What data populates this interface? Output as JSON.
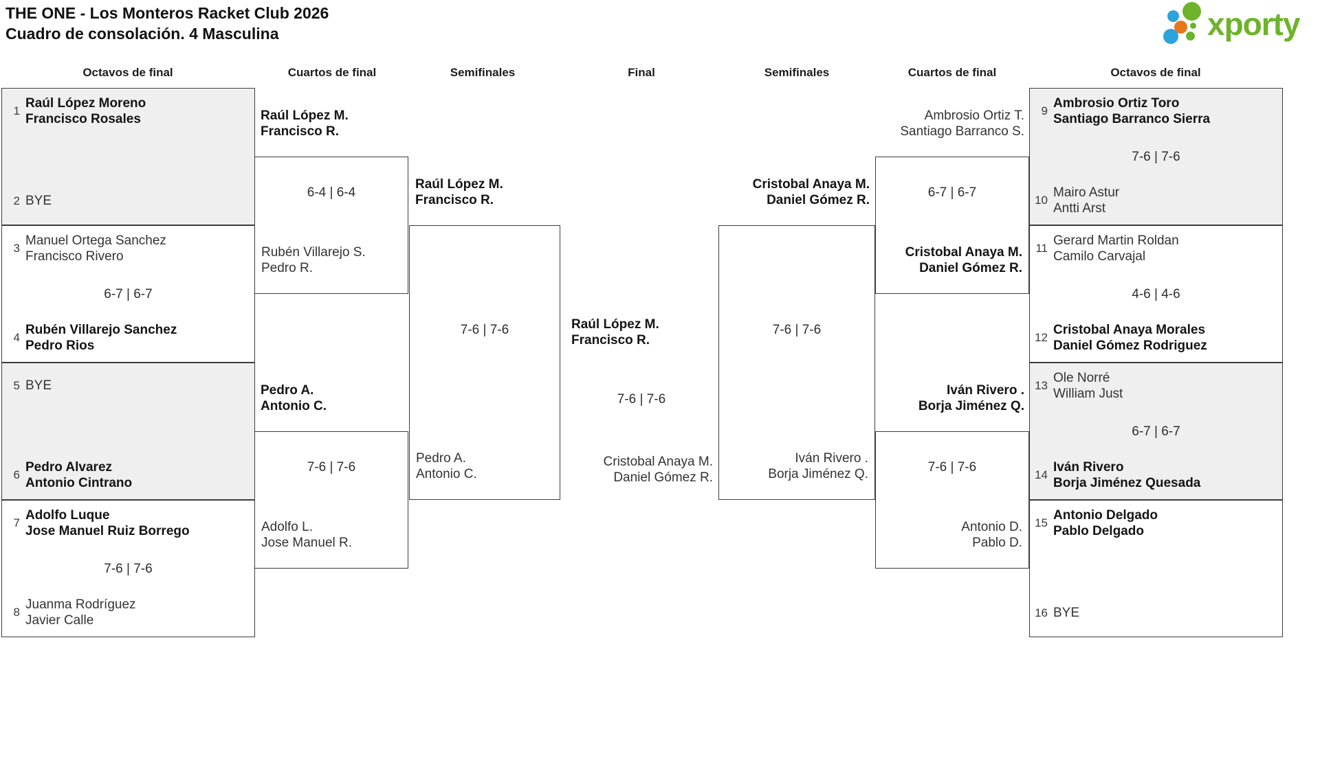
{
  "header": {
    "title": "THE ONE - Los Monteros Racket Club 2026",
    "subtitle": "Cuadro de consolación. 4 Masculina",
    "logo_text": "xporty"
  },
  "rounds": [
    "Octavos de final",
    "Cuartos de final",
    "Semifinales",
    "Final",
    "Semifinales",
    "Cuartos de final",
    "Octavos de final"
  ],
  "colors": {
    "bye_box_gray": "#efefef",
    "bracket_line": "#3c3c3c",
    "logo_green": "#6db32b",
    "logo_blue": "#2ba3db",
    "logo_orange": "#e8771c"
  },
  "r16": [
    {
      "gray": true,
      "top": {
        "seed": "1",
        "lines": [
          "Raúl López Moreno",
          "Francisco Rosales"
        ],
        "winner": true
      },
      "score": "",
      "bottom": {
        "seed": "2",
        "lines": [
          "BYE"
        ],
        "winner": false,
        "bye": true
      }
    },
    {
      "gray": false,
      "top": {
        "seed": "3",
        "lines": [
          "Manuel Ortega Sanchez",
          "Francisco Rivero"
        ],
        "winner": false
      },
      "score": "6-7 | 6-7",
      "bottom": {
        "seed": "4",
        "lines": [
          "Rubén Villarejo Sanchez",
          "Pedro Rios"
        ],
        "winner": true
      }
    },
    {
      "gray": true,
      "top": {
        "seed": "5",
        "lines": [
          "BYE"
        ],
        "winner": false,
        "bye": true
      },
      "score": "",
      "bottom": {
        "seed": "6",
        "lines": [
          "Pedro Alvarez",
          "Antonio Cintrano"
        ],
        "winner": true
      }
    },
    {
      "gray": false,
      "top": {
        "seed": "7",
        "lines": [
          "Adolfo Luque",
          "Jose Manuel Ruiz Borrego"
        ],
        "winner": true
      },
      "score": "7-6 | 7-6",
      "bottom": {
        "seed": "8",
        "lines": [
          "Juanma Rodríguez",
          "Javier Calle"
        ],
        "winner": false
      }
    },
    {
      "gray": true,
      "top": {
        "seed": "9",
        "lines": [
          "Ambrosio Ortiz Toro",
          "Santiago Barranco Sierra"
        ],
        "winner": true
      },
      "score": "7-6 | 7-6",
      "bottom": {
        "seed": "10",
        "lines": [
          "Mairo Astur",
          "Antti Arst"
        ],
        "winner": false
      }
    },
    {
      "gray": false,
      "top": {
        "seed": "11",
        "lines": [
          "Gerard Martin Roldan",
          "Camilo Carvajal"
        ],
        "winner": false
      },
      "score": "4-6 | 4-6",
      "bottom": {
        "seed": "12",
        "lines": [
          "Cristobal Anaya Morales",
          "Daniel Gómez Rodriguez"
        ],
        "winner": true
      }
    },
    {
      "gray": true,
      "top": {
        "seed": "13",
        "lines": [
          "Ole Norré",
          "William Just"
        ],
        "winner": false
      },
      "score": "6-7 | 6-7",
      "bottom": {
        "seed": "14",
        "lines": [
          "Iván Rivero",
          "Borja Jiménez Quesada"
        ],
        "winner": true
      }
    },
    {
      "gray": false,
      "top": {
        "seed": "15",
        "lines": [
          "Antonio Delgado",
          "Pablo Delgado"
        ],
        "winner": true
      },
      "score": "",
      "bottom": {
        "seed": "16",
        "lines": [
          "BYE"
        ],
        "winner": false,
        "bye": true
      }
    }
  ],
  "qf": [
    {
      "above": {
        "lines": [
          "Raúl López M.",
          "Francisco R."
        ],
        "winner": true
      },
      "score": "6-4 | 6-4",
      "inside": {
        "lines": [
          "Rubén Villarejo S.",
          "Pedro R."
        ],
        "winner": false
      }
    },
    {
      "above": {
        "lines": [
          "Pedro A.",
          "Antonio C."
        ],
        "winner": true
      },
      "score": "7-6 | 7-6",
      "inside": {
        "lines": [
          "Adolfo L.",
          "Jose Manuel R."
        ],
        "winner": false
      }
    },
    {
      "above": {
        "lines": [
          "Ambrosio Ortiz T.",
          "Santiago Barranco S."
        ],
        "winner": false
      },
      "score": "6-7 | 6-7",
      "inside": {
        "lines": [
          "Cristobal Anaya M.",
          "Daniel Gómez R."
        ],
        "winner": true
      }
    },
    {
      "above": {
        "lines": [
          "Iván Rivero .",
          "Borja Jiménez Q."
        ],
        "winner": true
      },
      "score": "7-6 | 7-6",
      "inside": {
        "lines": [
          "Antonio D.",
          "Pablo D."
        ],
        "winner": false
      }
    }
  ],
  "sf": [
    {
      "above": {
        "lines": [
          "Raúl López M.",
          "Francisco R."
        ],
        "winner": true
      },
      "score": "7-6 | 7-6",
      "inside": {
        "lines": [
          "Pedro A.",
          "Antonio C."
        ],
        "winner": false
      }
    },
    {
      "above": {
        "lines": [
          "Cristobal Anaya M.",
          "Daniel Gómez R."
        ],
        "winner": true
      },
      "score": "7-6 | 7-6",
      "inside": {
        "lines": [
          "Iván Rivero .",
          "Borja Jiménez Q."
        ],
        "winner": false
      }
    }
  ],
  "final": {
    "winner": {
      "lines": [
        "Raúl López M.",
        "Francisco R."
      ],
      "winner": true
    },
    "score": "7-6 | 7-6",
    "loser": {
      "lines": [
        "Cristobal Anaya M.",
        "Daniel Gómez R."
      ],
      "winner": false
    }
  }
}
